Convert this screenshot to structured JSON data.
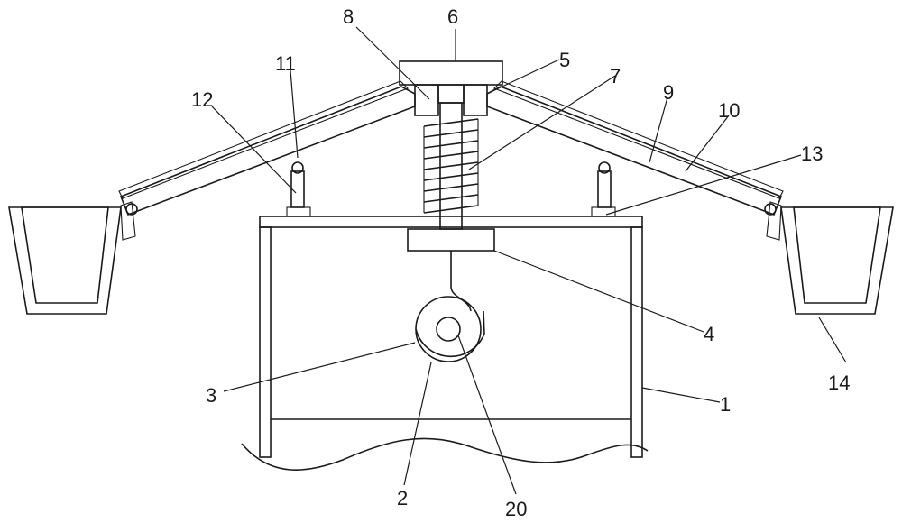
{
  "diagram": {
    "labels": {
      "l1": "1",
      "l2": "2",
      "l3": "3",
      "l4": "4",
      "l5": "5",
      "l6": "6",
      "l7": "7",
      "l8": "8",
      "l9": "9",
      "l10": "10",
      "l11": "11",
      "l12": "12",
      "l13": "13",
      "l14": "14",
      "l20": "20"
    },
    "colors": {
      "stroke": "#1a1a1a",
      "background": "#ffffff"
    }
  }
}
